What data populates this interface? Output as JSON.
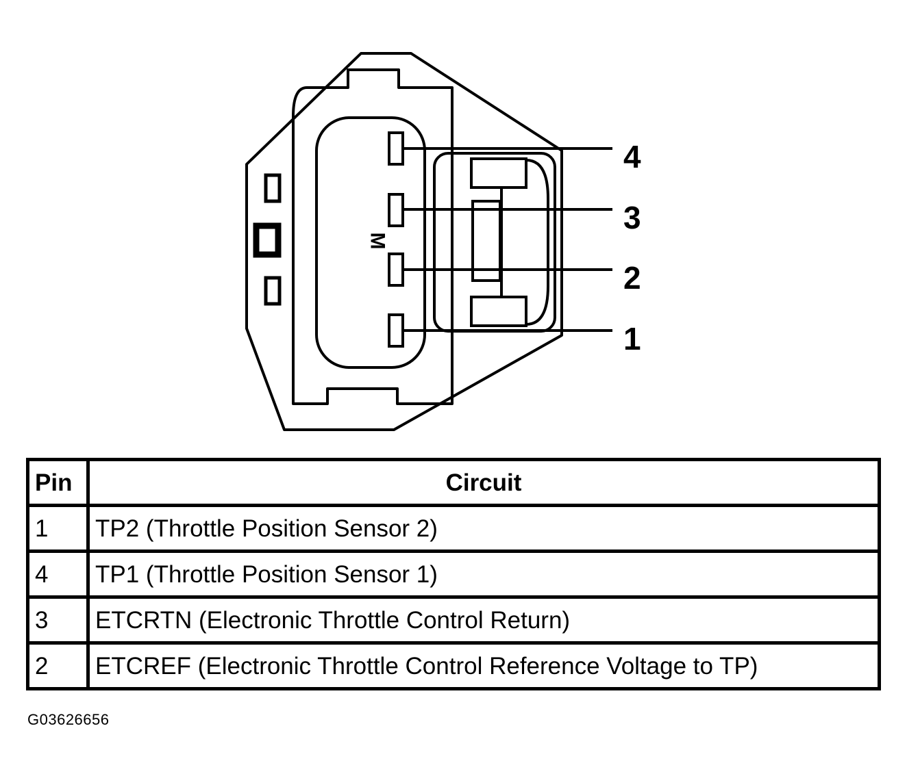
{
  "diagram": {
    "pin_labels": [
      "4",
      "3",
      "2",
      "1"
    ],
    "housing_marker": "M"
  },
  "table": {
    "headers": {
      "pin": "Pin",
      "circuit": "Circuit"
    },
    "rows": [
      {
        "pin": "1",
        "circuit": "TP2 (Throttle Position Sensor 2)"
      },
      {
        "pin": "4",
        "circuit": "TP1 (Throttle Position Sensor 1)"
      },
      {
        "pin": "3",
        "circuit": "ETCRTN (Electronic Throttle Control Return)"
      },
      {
        "pin": "2",
        "circuit": "ETCREF (Electronic Throttle Control Reference Voltage to TP)"
      }
    ]
  },
  "figure_id": "G03626656"
}
